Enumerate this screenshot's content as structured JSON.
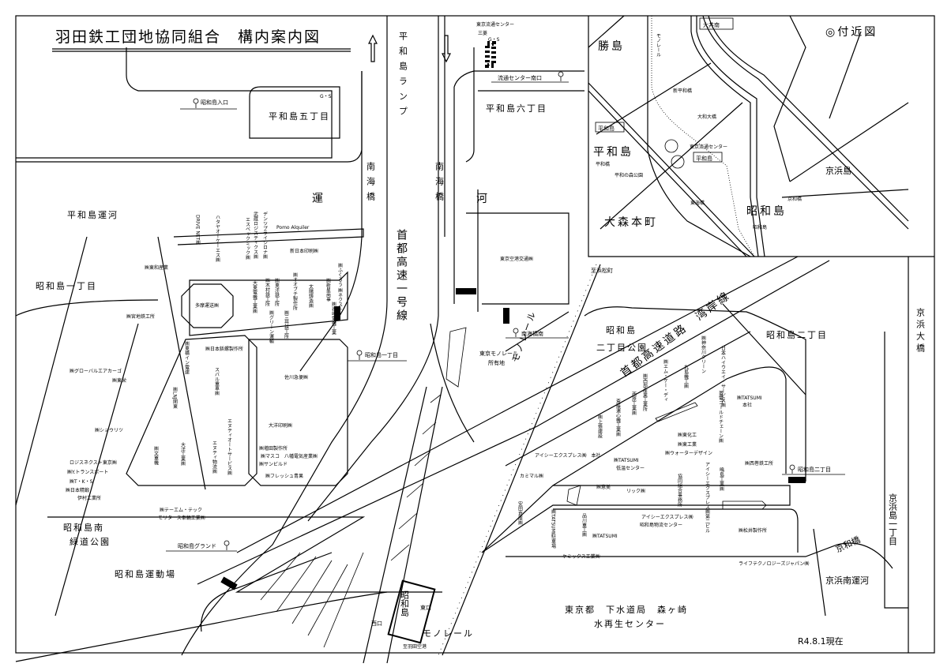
{
  "title": "羽田鉄工団地協同組合　構内案内図",
  "date_note": "R4.8.1現在",
  "inset": {
    "title": "◎付近図",
    "labels": [
      "勝島",
      "モノレール",
      "大井南",
      "新平和橋",
      "大和大橋",
      "東京流通センター",
      "平和島",
      "平和島",
      "平和島",
      "平和橋",
      "平和の森公園",
      "東海橋",
      "昭和島",
      "京和橋",
      "昭和島",
      "大森本町",
      "京浜島"
    ]
  },
  "places": {
    "heiwajima_ramp": "平和島ランプ",
    "mitsubishi": "三菱",
    "tokyo_ryutsu_center": "東京流通センター",
    "gs1": "G・S",
    "gs2": "G・S",
    "heiwajima_5": "平和島五丁目",
    "heiwajima_6": "平和島六丁目",
    "nankai_bashi_1": "南海橋",
    "nankai_bashi_2": "南海橋",
    "canal_un": "運",
    "canal_ga": "河",
    "heiwajima_canal": "平和島運河",
    "showajima_1": "昭和島一丁目",
    "shutoko_1": "首都高速一号線",
    "to_hamamatsucho": "至浜松町",
    "showajima_park_1": "昭和島",
    "showajima_park_2": "二丁目公園",
    "wangan": "首都高速道路　湾岸線",
    "showajima_2": "昭和島二丁目",
    "keihin_ohashi": "京浜大橋",
    "monorail_land_1": "東京モノレール",
    "monorail_land_2": "所有地",
    "monorail": "モノレール",
    "south_park_1": "昭和島南",
    "south_park_2": "緑道公園",
    "ground": "昭和島グランド",
    "sports_field": "昭和島運動場",
    "station": "昭和島",
    "west_exit": "西口",
    "east_exit": "東口",
    "monorail_bottom": "モノレール",
    "to_haneda": "至羽田空港",
    "sewage_1": "東京都　下水道局　森ヶ崎",
    "sewage_2": "水再生センター",
    "keihin_minami_canal": "京浜南運河",
    "kyowa_bashi": "京和橋",
    "keihinjima_1": "京浜島一丁目"
  },
  "bus_stops": [
    "流通センター南口",
    "昭和島入口",
    "南海橋南",
    "昭和島一丁目",
    "昭和島二丁目"
  ],
  "companies": [
    "DRIVE NET㈱",
    "ハタヤオーケーエス㈱",
    "エスペックミック㈱",
    "武蔵ロジスティクス㈱",
    "デンツプライシロナ㈱",
    "Pomo Alquiler",
    "新日本印刷㈱",
    "㈱東和産業",
    "㈱宮地鉄工所",
    "多摩運送㈱",
    "㈱ふくろう ㈱ネクスト",
    "大東電機工業㈱",
    "㈱木村鉄工所",
    "㈱東洋鉄工所",
    "㈱オオブチ製作所",
    "太陽鋳造㈱",
    "㈱新星商事",
    "㈱岩崎電機工業",
    "㈱グリーン運輸",
    "㈱三共鉄工所",
    "㈱東横イン電建",
    "㈱日本鋲螺製作所",
    "スバル重車㈱",
    "㈱LNJ関東",
    "佐川急便㈱",
    "大洋印刷㈱",
    "㈱文重機",
    "大洋工業㈱",
    "エヌティオートサービス㈱",
    "エヌティ物流㈱",
    "㈱増田製作所",
    "㈱マスコ　八幡電気産業㈱",
    "㈱サンビルド",
    "㈱フレッシュ青果",
    "㈱グローバルエアカーゴ",
    "㈱東栄",
    "㈱ショウリツ",
    "ロジスネクスト東京㈱",
    "㈱Y.トランスポート",
    "㈱T・K・S",
    "㈱日本精鍛",
    "伊村工業所",
    "㈱テーエム・テック",
    "モリタース車輌工業㈱",
    "東京空港交通㈱",
    "㈱神奈川クリーン",
    "日本ハイウエイ・サービス㈱",
    "㈱エム・ケー・ディ",
    "丸島機工㈱",
    "㈱西部産業工業所",
    "西原工業㈱",
    "斎藤運心機工業㈱",
    "㈱上條建設",
    "アイシーエクスプレス㈱　本社",
    "カミマル㈱",
    "㈱TATSUMI",
    "低温センター",
    "㈱東化工",
    "㈱東工業",
    "㈱ウォーターデザイン",
    "㈱恵美",
    "リック㈱",
    "協同組合事務所",
    "アイシーエクスプレス㈱第二ビル",
    "鳴島工業㈱",
    "㈱西巻鉄工所",
    "㈱TATSUMI",
    "本社",
    "菱電ゴールドチェーン㈱",
    "安田倉庫㈱",
    "㈱TATSUMI駐車場",
    "品川重工㈱",
    "㈱TATSUMI",
    "アイシーエクスプレス㈱",
    "昭和島物流センター",
    "㈱松井製作所",
    "ケミックス工業㈱",
    "ライフテクノロジーズジャパン㈱"
  ]
}
